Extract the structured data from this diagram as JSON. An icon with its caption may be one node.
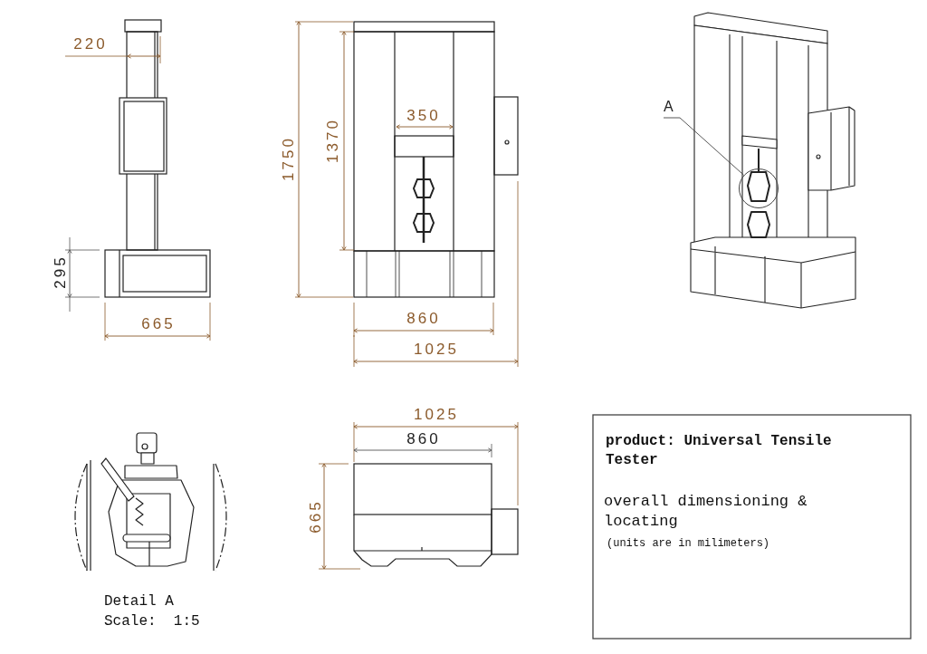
{
  "diagram": {
    "nodes": [
      {
        "text": [
          "A"
        ]
      },
      {
        "text": [],
        "shape": "circle"
      }
    ],
    "edges": [
      {
        "from": 0,
        "to": 1,
        "arrow": "none"
      }
    ],
    "labels": [
      "220",
      "1750",
      "1370",
      "350",
      "295",
      "665",
      "860",
      "1025",
      "1025",
      "860",
      "665",
      "product: Universal Tensile Tester",
      "overall dimensioning & locating",
      "(units are in milimeters)",
      "Detail A",
      "Scale:  1:5"
    ]
  }
}
